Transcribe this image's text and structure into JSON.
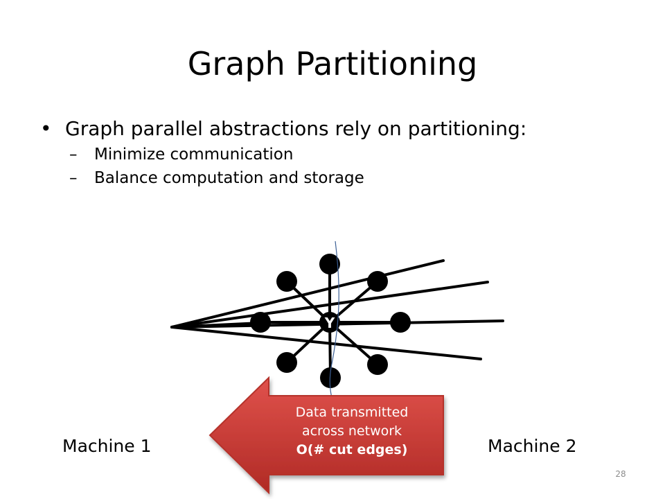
{
  "slide": {
    "title": "Graph Partitioning",
    "bullet_main": "Graph parallel abstractions rely on partitioning:",
    "sub_bullets": [
      "Minimize communication",
      "Balance computation and storage"
    ],
    "bullet_char": "•",
    "dash_char": "–"
  },
  "diagram": {
    "center_label": "Y",
    "machine_left": "Machine 1",
    "machine_right": "Machine 2",
    "callout_line1": "Data transmitted",
    "callout_line2": "across network",
    "callout_line3": "O(# cut edges)",
    "callout_color": "#c9342f"
  },
  "page_number": "28"
}
